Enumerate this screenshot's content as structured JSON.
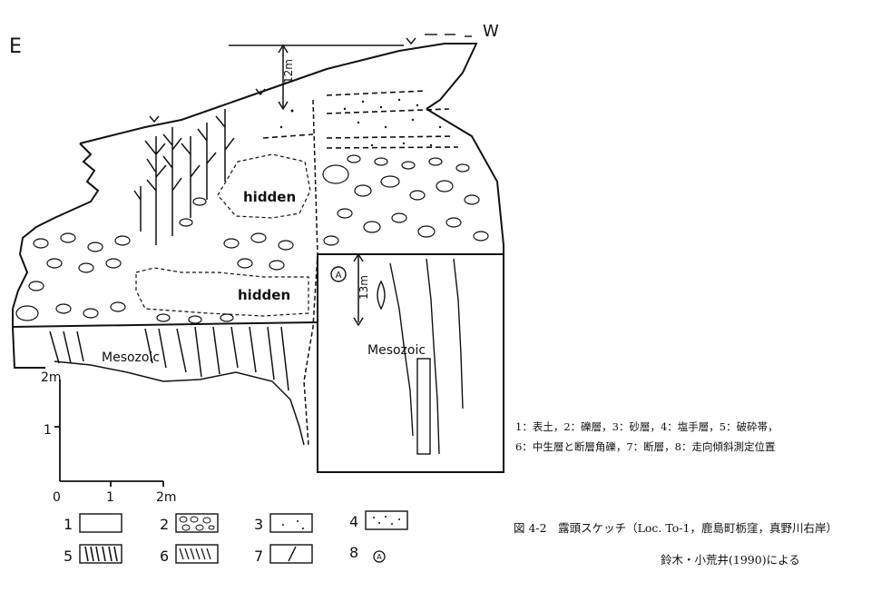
{
  "sketch": {
    "label_east": "E",
    "label_west": "W",
    "label_12m": "12m",
    "label_13m": "13m",
    "label_hidden_upper": "hidden",
    "label_hidden_lower": "hidden",
    "label_mesozoic_left": "Mesozoic",
    "label_mesozoic_right": "Mesozoic",
    "label_fault_marker": "A"
  },
  "scale": {
    "unit_top": "2m",
    "tick_1": "1",
    "x_0": "0",
    "x_1": "1",
    "x_2": "2m"
  },
  "legend": {
    "items": [
      {
        "num": "1",
        "pattern": "blank"
      },
      {
        "num": "2",
        "pattern": "gravel"
      },
      {
        "num": "3",
        "pattern": "sand"
      },
      {
        "num": "4",
        "pattern": "shiotegyo"
      },
      {
        "num": "5",
        "pattern": "fracture-zone"
      },
      {
        "num": "6",
        "pattern": "mesozoic-breccia"
      },
      {
        "num": "7",
        "pattern": "fault"
      },
      {
        "num": "8",
        "pattern": "measurement-point"
      }
    ],
    "marker_symbol": "A"
  },
  "caption": {
    "legend_line1": "1：表土，2：礫層，3：砂層，4：塩手層，5：破砕帯，",
    "legend_line2": "6：中生層と断層角礫，7：断層，8：走向傾斜測定位置",
    "figure_title": "図 4-2　露頭スケッチ（Loc. To-1，鹿島町栃窪，真野川右岸）",
    "source": "鈴木・小荒井(1990)による"
  }
}
